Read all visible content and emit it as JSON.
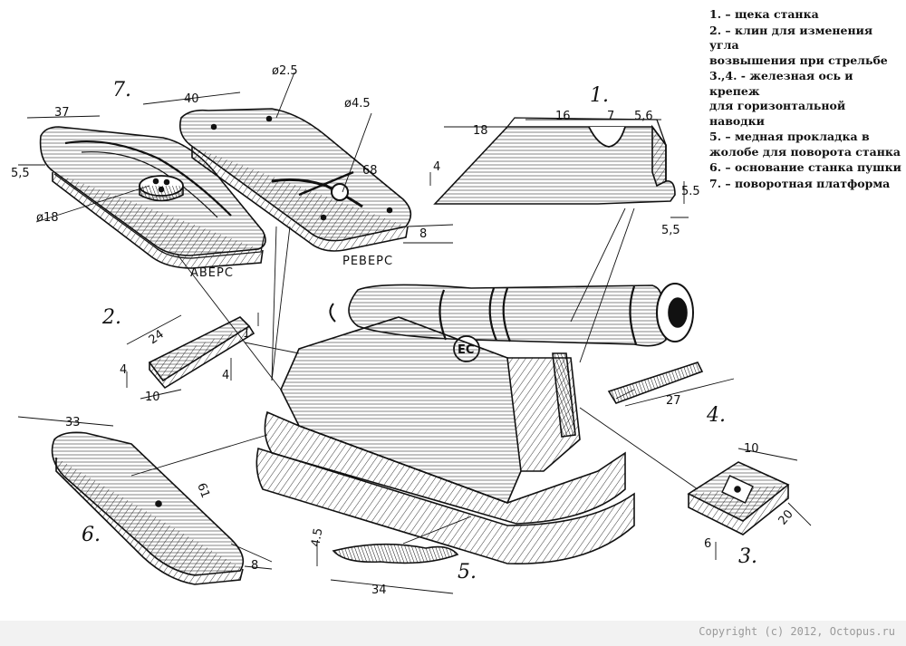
{
  "legend": [
    "1. – щека станка",
    "2. – клин для изменения угла\n возвышения при стрельбе",
    "3.,4.  -  железная ось и крепеж\nдля горизонтальной наводки",
    "5. – медная прокладка в\nжолобе для поворота станка",
    "6. – основание станка пушки",
    "7. – поворотная платформа"
  ],
  "part_numbers": {
    "p1": "1.",
    "p2": "2.",
    "p3": "3.",
    "p4": "4.",
    "p5": "5.",
    "p6": "6.",
    "p7": "7."
  },
  "dimensions": {
    "d37": "37",
    "d5_5a": "5,5",
    "d18a": "ø18",
    "d40": "40",
    "d2_5": "ø2.5",
    "d4_5": "ø4.5",
    "d68": "68",
    "d8a": "8",
    "d18b": "18",
    "d16": "16",
    "d7": "7",
    "d5_6": "5,6",
    "d4a": "4",
    "d5_5b": "5.5",
    "d5_5c": "5,5",
    "d24": "24",
    "d1": "1",
    "d4b": "4",
    "d4c": "4",
    "d10a": "10",
    "d33": "33",
    "d61": "61",
    "d8b": "8",
    "d27": "27",
    "d10b": "10",
    "d20": "20",
    "d6": "6",
    "d4_5b": "4.5",
    "d34": "34"
  },
  "face_labels": {
    "avers": "АВЕРС",
    "revers": "РЕВЕРС"
  },
  "barrel_mark": "EC",
  "copyright": "Copyright (c) 2012, Octopus.ru"
}
